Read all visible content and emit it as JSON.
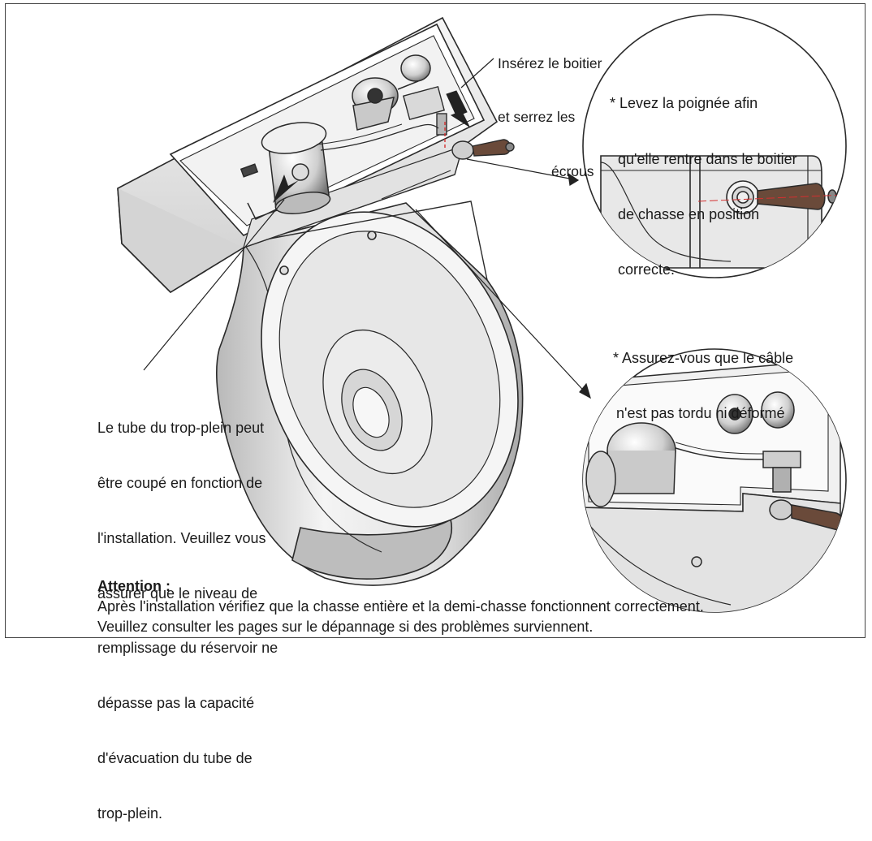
{
  "callouts": {
    "insert_box": [
      "Insérez le boitier",
      "et serrez les",
      "écrous"
    ],
    "lift_handle": [
      "* Levez la poignée afin",
      "qu'elle rentre dans le boitier",
      "de chasse en position",
      "correcte."
    ],
    "cable_check": [
      "* Assurez-vous que le câble",
      "n'est pas tordu ni déformé"
    ],
    "overflow_tube": [
      "Le tube du trop-plein peut",
      "être coupé en fonction de",
      "l'installation. Veuillez vous",
      "assurer que le niveau de",
      "remplissage du réservoir ne",
      "dépasse pas la capacité",
      "d'évacuation du tube de",
      "trop-plein."
    ]
  },
  "attention": {
    "title": "Attention :",
    "line1": "Après l'installation vérifiez que la chasse entière et la demi-chasse fonctionnent correctement.",
    "line2": "Veuillez consulter les pages sur le dépannage si des problèmes surviennent."
  },
  "colors": {
    "outline": "#2a2a2a",
    "fill_light": "#f1f1f1",
    "fill_mid": "#d8d8d8",
    "fill_dark": "#8c8c8c",
    "accent_red": "#d43030"
  }
}
